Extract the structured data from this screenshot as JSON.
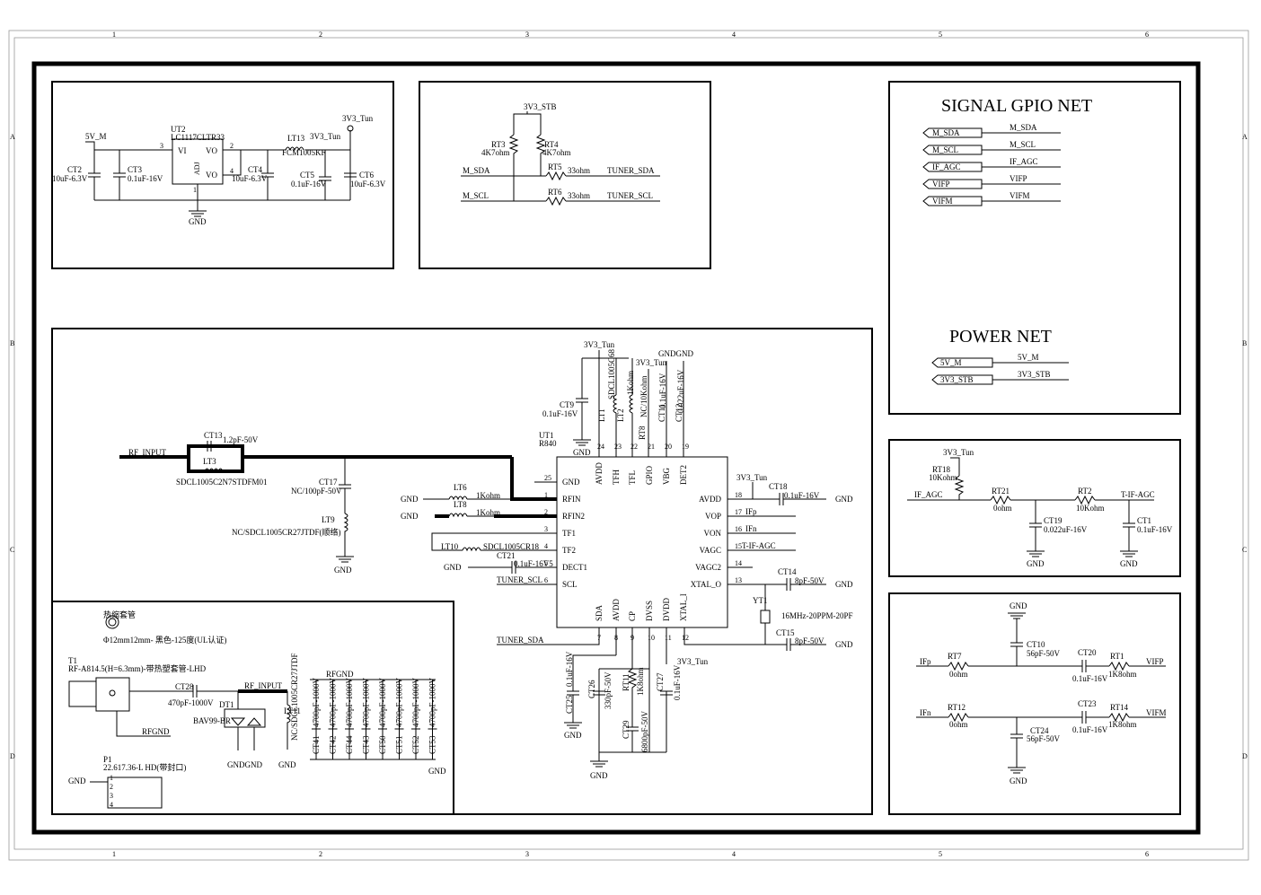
{
  "grid": {
    "cols": [
      "1",
      "2",
      "3",
      "4",
      "5",
      "6"
    ],
    "rows": [
      "A",
      "B",
      "C",
      "D"
    ]
  },
  "power_block": {
    "ic_ref": "UT2",
    "ic_part": "LC1117CLTR33",
    "pin_vi": "VI",
    "pin_vo1": "VO",
    "pin_vo2": "VO",
    "pin_adj": "ADJ",
    "pin3": "3",
    "pin2": "2",
    "pin4": "4",
    "pin1": "1",
    "net_5v": "5V_M",
    "net_3v3": "3V3_Tun",
    "net_3v3b": "3V3_Tun",
    "gnd": "GND",
    "ct2": "CT2",
    "ct2v": "10uF-6.3V",
    "ct3": "CT3",
    "ct3v": "0.1uF-16V",
    "ct4": "CT4",
    "ct4v": "10uF-6.3V",
    "ct5": "CT5",
    "ct5v": "0.1uF-16V",
    "ct6": "CT6",
    "ct6v": "10uF-6.3V",
    "lt13": "LT13",
    "lt13v": "FCM1005KF"
  },
  "i2c_block": {
    "net_3v3": "3V3_STB",
    "rt3": "RT3",
    "rt3v": "4K7ohm",
    "rt4": "RT4",
    "rt4v": "4K7ohm",
    "rt5": "RT5",
    "rt5v": "33ohm",
    "rt6": "RT6",
    "rt6v": "33ohm",
    "m_sda": "M_SDA",
    "m_scl": "M_SCL",
    "t_sda": "TUNER_SDA",
    "t_scl": "TUNER_SCL"
  },
  "gpio_net": {
    "title": "SIGNAL  GPIO  NET",
    "ports": [
      "M_SDA",
      "M_SCL",
      "IF_AGC",
      "VIFP",
      "VIFM"
    ],
    "lines": [
      "M_SDA",
      "M_SCL",
      "IF_AGC",
      "VIFP",
      "VIFM"
    ],
    "power_title": "POWER  NET",
    "pports": [
      "5V_M",
      "3V3_STB"
    ],
    "plines": [
      "5V_M",
      "3V3_STB"
    ]
  },
  "agc_block": {
    "net": "3V3_Tun",
    "rt18": "RT18",
    "rt18v": "10Kohm",
    "rt21": "RT21",
    "rt21v": "0ohm",
    "rt2": "RT2",
    "rt2v": "10Kohm",
    "ct19": "CT19",
    "ct19v": "0.022uF-16V",
    "ct1": "CT1",
    "ct1v": "0.1uF-16V",
    "if_agc": "IF_AGC",
    "t_if_agc": "T-IF-AGC",
    "gnd1": "GND",
    "gnd2": "GND"
  },
  "if_block": {
    "gnd_top": "GND",
    "gnd_bot": "GND",
    "ct10": "CT10",
    "ct10v": "56pF-50V",
    "ct20": "CT20",
    "ct20v": "0.1uF-16V",
    "rt7": "RT7",
    "rt7v": "0ohm",
    "rt1": "RT1",
    "rt1v": "1K8ohm",
    "ifp": "IFp",
    "vifp": "VIFP",
    "ct24": "CT24",
    "ct24v": "56pF-50V",
    "ct23": "CT23",
    "ct23v": "0.1uF-16V",
    "rt12": "RT12",
    "rt12v": "0ohm",
    "rt14": "RT14",
    "rt14v": "1K8ohm",
    "ifn": "IFn",
    "vifm": "VIFM"
  },
  "tuner_block": {
    "ut1": "UT1",
    "r840": "R840",
    "left_pins": [
      {
        "num": "25",
        "name": "GND"
      },
      {
        "num": "1",
        "name": "RFIN"
      },
      {
        "num": "2",
        "name": "RFIN2"
      },
      {
        "num": "3",
        "name": "TF1"
      },
      {
        "num": "4",
        "name": "TF2"
      },
      {
        "num": "5",
        "name": "DECT1"
      },
      {
        "num": "6",
        "name": "SCL"
      }
    ],
    "top_pins": [
      {
        "num": "24",
        "name": "AVDD"
      },
      {
        "num": "23",
        "name": "TFH"
      },
      {
        "num": "22",
        "name": "TFL"
      },
      {
        "num": "21",
        "name": "GPIO"
      },
      {
        "num": "20",
        "name": "VBG"
      },
      {
        "num": "19",
        "name": "DET2"
      }
    ],
    "right_pins": [
      {
        "num": "18",
        "name": "AVDD"
      },
      {
        "num": "17",
        "name": "VOP"
      },
      {
        "num": "16",
        "name": "VON"
      },
      {
        "num": "15",
        "name": "VAGC"
      },
      {
        "num": "14",
        "name": "VAGC2"
      },
      {
        "num": "13",
        "name": "XTAL_O"
      }
    ],
    "bottom_pins": [
      {
        "num": "7",
        "name": "SDA"
      },
      {
        "num": "8",
        "name": "AVDD"
      },
      {
        "num": "9",
        "name": "CP"
      },
      {
        "num": "10",
        "name": "DVSS"
      },
      {
        "num": "11",
        "name": "DVDD"
      },
      {
        "num": "12",
        "name": "XTAL_I"
      }
    ],
    "net_3v3_top": "3V3_Tun",
    "net_3v3_b": "3V3_Tun",
    "net_3v3_r": "3V3_Tun",
    "net_3v3_bot": "3V3_Tun",
    "gndgnd": "GNDGND",
    "ct9": "CT9",
    "ct9v": "0.1uF-16V",
    "lt1": "LT1",
    "lt1v": "SDCL1005C68",
    "lt2": "LT2",
    "lt2v": "1Kohm",
    "rt8": "RT8",
    "rt8v": "NC/10Kohm",
    "ct11": "CT11",
    "ct11v": "0.1uF-16V",
    "ct12": "CT12",
    "ct12v": "0.022uF-16V",
    "rf_input": "RF_INPUT",
    "ct13": "CT13",
    "ct13v": "1.2pF-50V",
    "lt3": "LT3",
    "lt3v": "SDCL1005C2N7STDFM01",
    "ct17": "CT17",
    "ct17v": "NC/100pF-50V",
    "lt9": "LT9",
    "lt9v": "NC/SDCL1005CR27JTDF(顺络)",
    "lt6": "LT6",
    "lt6v": "1Kohm",
    "lt8": "LT8",
    "lt8v": "1Kohm",
    "lt10": "LT10",
    "lt10v": "SDCL1005CR18",
    "ct21": "CT21",
    "ct21v": "0.1uF-16V5",
    "tuner_scl": "TUNER_SCL",
    "tuner_sda": "TUNER_SDA",
    "ct18": "CT18",
    "ct18v": "0.1uF-16V",
    "ifp": "IFp",
    "ifn": "IFn",
    "agc": "T-IF-AGC",
    "ct14": "CT14",
    "ct14v": "8pF-50V",
    "yt1": "YT1",
    "yt1v": "16MHz-20PPM-20PF",
    "ct15": "CT15",
    "ct15v": "8pF-50V",
    "ct25": "CT25",
    "ct25v": "0.1uF-16V",
    "ct26": "CT26",
    "ct26v": "330pF-50V",
    "rt11": "RT11",
    "rt11v": "1K8ohm",
    "ct29": "CT29",
    "ct29v": "6800pF-50V",
    "ct27": "CT27",
    "ct27v": "0.1uF-16V",
    "gnd": "GND"
  },
  "rf_block": {
    "heat_title": "热缩套管",
    "heat_desc": "Φ12mm12mm- 黑色-125度(UL认证)",
    "t1": "T1",
    "t1v": "RF-A814.5(H=6.3mm)-带热塑套管-LHD",
    "ct28": "CT28",
    "ct28v": "470pF-1000V",
    "dt1": "DT1",
    "dt1v": "BAV99-BR",
    "rf_input": "RF_INPUT",
    "rfgnd": "RFGND",
    "rfgnd2": "RFGND",
    "lt11": "LT11",
    "lt11v": "NC/SDCL1005CR27JTDF",
    "gndgnd": "GNDGND",
    "gnd": "GND",
    "caps": [
      {
        "ref": "CT41",
        "val": "4700pF-1000V"
      },
      {
        "ref": "CT42",
        "val": "4700pF-1000V"
      },
      {
        "ref": "CT44",
        "val": "4700pF-1000V"
      },
      {
        "ref": "CT43",
        "val": "4700pF-1000V"
      },
      {
        "ref": "CT50",
        "val": "4700pF-1000V"
      },
      {
        "ref": "CT51",
        "val": "4700pF-1000V"
      },
      {
        "ref": "CT52",
        "val": "4700pF-1000V"
      },
      {
        "ref": "CT53",
        "val": "4700pF-1000V"
      }
    ],
    "p1": "P1",
    "p1v": "22.617.36-L    HD(带封口)",
    "p_gnd": "GND"
  }
}
